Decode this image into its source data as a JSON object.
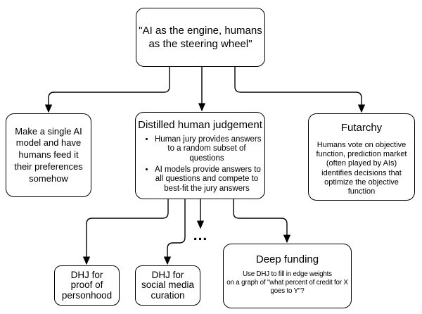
{
  "canvas": {
    "background": "#ffffff",
    "stroke_color": "#000000",
    "text_color": "#000000"
  },
  "nodes": {
    "root": {
      "text": "\"AI as the engine, humans\nas the steering wheel\""
    },
    "single_ai": {
      "text": "Make a single AI\nmodel and have\nhumans feed it\ntheir preferences\nsomehow"
    },
    "distilled_human_judgement": {
      "title": "Distilled human judgement",
      "bullets": [
        "Human jury provides answers\nto a random subset of\nquestions",
        "AI models provide answers to\nall questions and compete to\nbest-fit the jury answers"
      ]
    },
    "futarchy": {
      "title": "Futarchy",
      "body": "Humans vote on objective\nfunction, prediction market\n(often played by AIs)\nidentifies decisions that\noptimize the objective\nfunction"
    },
    "dhj_personhood": {
      "text": "DHJ for\nproof of\npersonhood"
    },
    "dhj_social": {
      "text": "DHJ for\nsocial media\ncuration"
    },
    "deep_funding": {
      "title": "Deep funding",
      "body": "Use DHJ to fill in edge weights\non a graph of \"what percent of credit for X\ngoes to Y\"?"
    },
    "ellipsis": "..."
  }
}
